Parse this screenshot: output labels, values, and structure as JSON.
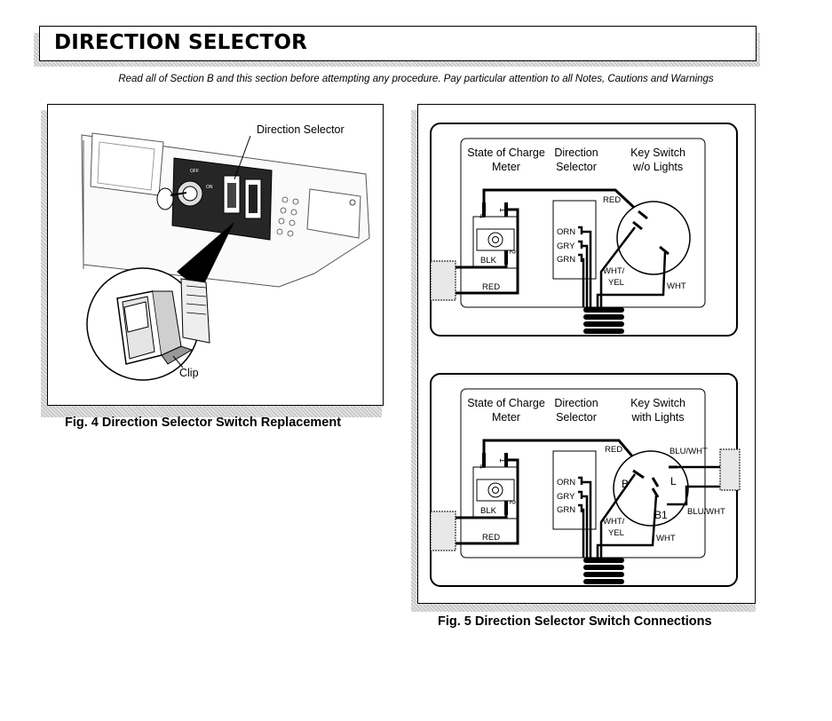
{
  "header": {
    "title": "DIRECTION SELECTOR",
    "subtitle": "Read all of Section B and this section before attempting any procedure. Pay particular attention to all Notes, Cautions and Warnings"
  },
  "fig4": {
    "caption": "Fig. 4  Direction Selector Switch Replacement",
    "label_selector": "Direction Selector",
    "label_clip": "Clip",
    "label_off": "OFF",
    "label_on": "ON"
  },
  "fig5": {
    "caption": "Fig. 5  Direction Selector Switch Connections",
    "top": {
      "title_meter_1": "State of Charge",
      "title_meter_2": "Meter",
      "title_dir_1": "Direction",
      "title_dir_2": "Selector",
      "title_key_1": "Key Switch",
      "title_key_2": "w/o Lights",
      "wire_red_top": "RED",
      "wire_blk": "BLK",
      "wire_red_bottom": "RED",
      "wire_orn": "ORN",
      "wire_gry": "GRY",
      "wire_grn": "GRN",
      "wire_whtyel_1": "WHT/",
      "wire_whtyel_2": "YEL",
      "wire_wht": "WHT",
      "pin_4": "4",
      "pin_1": "1",
      "pin_2": "2"
    },
    "bottom": {
      "title_meter_1": "State of Charge",
      "title_meter_2": "Meter",
      "title_dir_1": "Direction",
      "title_dir_2": "Selector",
      "title_key_1": "Key Switch",
      "title_key_2": "with Lights",
      "wire_red_top": "RED",
      "wire_blk": "BLK",
      "wire_red_bottom": "RED",
      "wire_orn": "ORN",
      "wire_gry": "GRY",
      "wire_grn": "GRN",
      "wire_whtyel_1": "WHT/",
      "wire_whtyel_2": "YEL",
      "wire_wht": "WHT",
      "wire_bluwht_top": "BLU/WHT",
      "wire_bluwht_bottom": "BLU/WHT",
      "term_b": "B",
      "term_l": "L",
      "term_b1": "B1",
      "pin_4": "4",
      "pin_1": "1",
      "pin_2": "2"
    }
  }
}
